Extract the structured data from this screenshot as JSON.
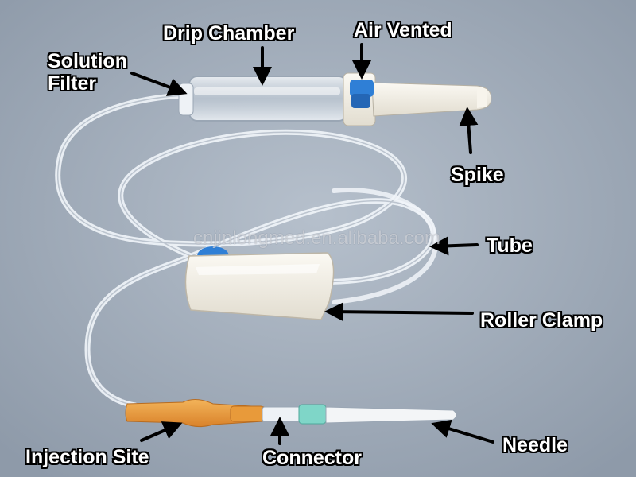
{
  "labels": {
    "drip_chamber": "Drip Chamber",
    "air_vented": "Air Vented",
    "solution_filter_line1": "Solution",
    "solution_filter_line2": "Filter",
    "spike": "Spike",
    "tube": "Tube",
    "roller_clamp": "Roller Clamp",
    "injection_site": "Injection Site",
    "connector": "Connector",
    "needle": "Needle"
  },
  "watermark": "cnjinlongmed.en.alibaba.com",
  "colors": {
    "background": "#9aa6b4",
    "tube": "#e8eef4",
    "vent_cap": "#2f7fd6",
    "injection_site": "#e89a3a",
    "needle_hub": "#7fd6c8",
    "clamp": "#f3efe6",
    "label_text": "#ffffff",
    "label_outline": "#000000"
  }
}
